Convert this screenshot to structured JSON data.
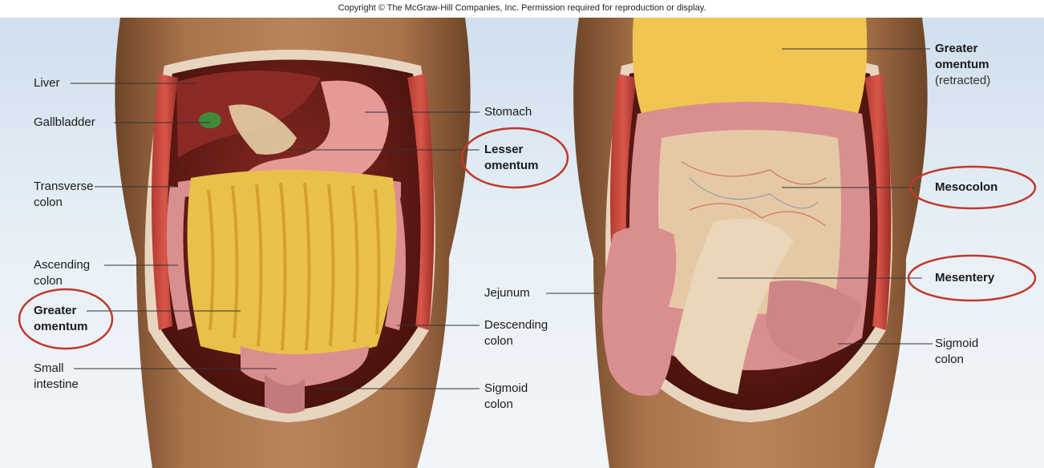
{
  "copyright": "Copyright © The McGraw-Hill Companies, Inc. Permission required for reproduction or display.",
  "left_panel": {
    "labels": {
      "liver": "Liver",
      "gallbladder": "Gallbladder",
      "transverse_colon_1": "Transverse",
      "transverse_colon_2": "colon",
      "ascending_colon_1": "Ascending",
      "ascending_colon_2": "colon",
      "greater_omentum_1": "Greater",
      "greater_omentum_2": "omentum",
      "small_intestine_1": "Small",
      "small_intestine_2": "intestine",
      "stomach": "Stomach",
      "lesser_omentum_1": "Lesser",
      "lesser_omentum_2": "omentum",
      "descending_colon_1": "Descending",
      "descending_colon_2": "colon",
      "sigmoid_colon_1": "Sigmoid",
      "sigmoid_colon_2": "colon"
    }
  },
  "right_panel": {
    "labels": {
      "greater_omentum_1": "Greater",
      "greater_omentum_2": "omentum",
      "greater_omentum_3": "(retracted)",
      "mesocolon": "Mesocolon",
      "jejunum": "Jejunum",
      "mesentery": "Mesentery",
      "sigmoid_colon_1": "Sigmoid",
      "sigmoid_colon_2": "colon"
    }
  },
  "colors": {
    "background": "#dfe9f2",
    "skin": "#9a6a44",
    "intestine": "#d89a9a",
    "omentum": "#e9c04a",
    "highlight_circle": "#c0392b"
  }
}
